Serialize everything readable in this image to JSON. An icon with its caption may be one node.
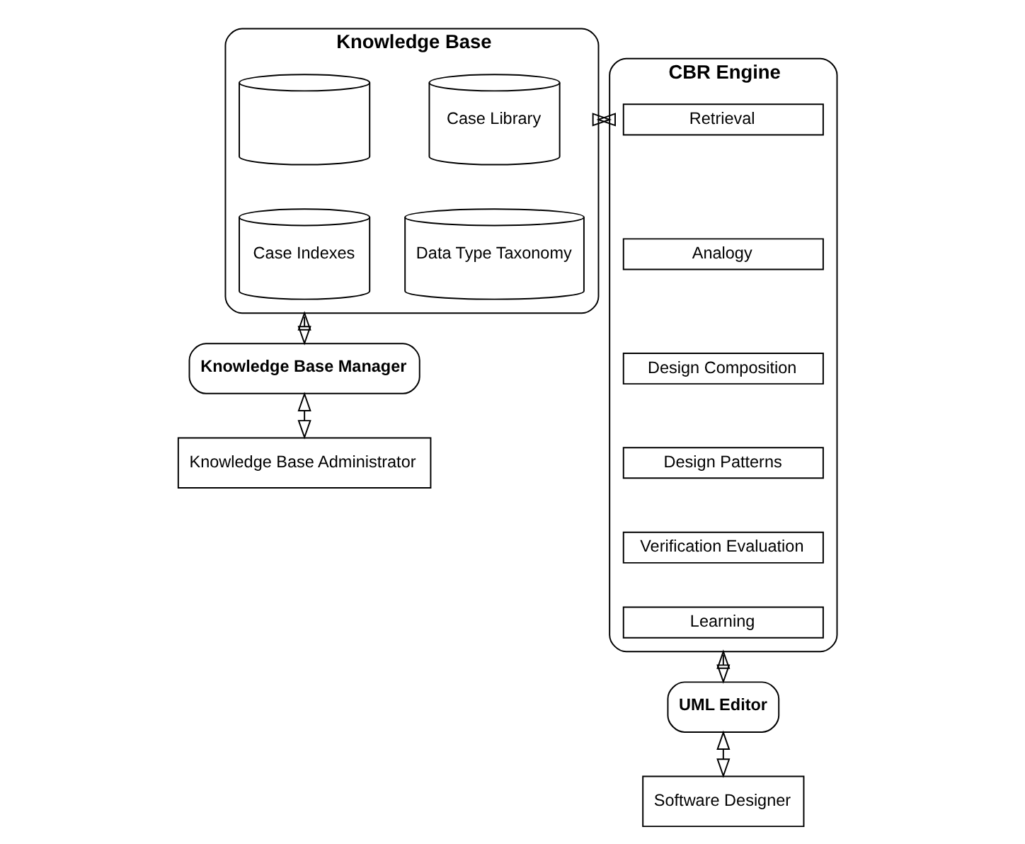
{
  "diagram": {
    "nodes": [
      {
        "text": [
          "Knowledge Base"
        ]
      },
      {
        "text": [
          "Case Library"
        ],
        "in": 0
      },
      {
        "text": [],
        "shape": "cylinder",
        "in": 0
      },
      {
        "text": [
          "Data Type Taxonomy"
        ],
        "in": 0
      },
      {
        "text": [
          "Case Indexes"
        ],
        "in": 0
      },
      {
        "text": [
          "CBR Engine"
        ]
      },
      {
        "text": [
          "Retrieval"
        ],
        "in": 5
      },
      {
        "text": [
          "Analogy"
        ],
        "in": 5
      },
      {
        "text": [
          "Design Composition"
        ],
        "in": 5
      },
      {
        "text": [
          "Design Patterns"
        ],
        "in": 5
      },
      {
        "text": [
          "Verification Evaluation"
        ],
        "in": 5
      },
      {
        "text": [
          "Learning"
        ],
        "in": 5
      },
      {
        "text": [
          "Knowledge Base Manager"
        ]
      },
      {
        "text": [
          "UML Editor"
        ]
      },
      {
        "text": [
          "Knowledge Base Administrator"
        ]
      },
      {
        "text": [
          "Software Designer"
        ]
      }
    ],
    "edges": [
      {
        "from": 0,
        "to": 5,
        "arrow": "both"
      },
      {
        "from": 0,
        "to": 12,
        "arrow": "both"
      },
      {
        "from": 12,
        "to": 14,
        "arrow": "both"
      },
      {
        "from": 5,
        "to": 13,
        "arrow": "both"
      },
      {
        "from": 13,
        "to": 15,
        "arrow": "both"
      }
    ]
  }
}
